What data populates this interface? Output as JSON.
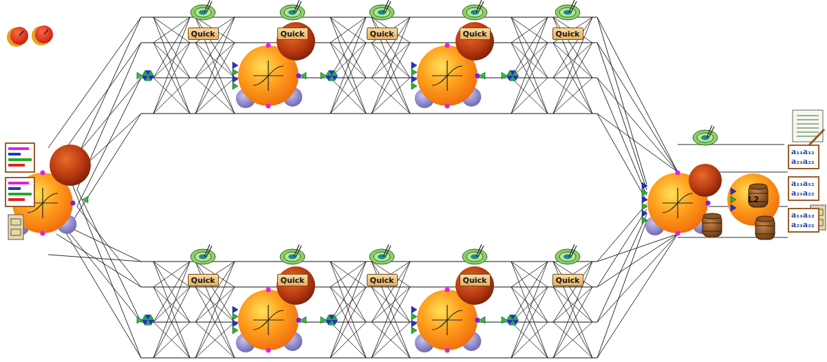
{
  "diagram": {
    "nodes": [
      {
        "text": [
          "Quick"
        ]
      },
      {
        "text": [
          "Quick"
        ]
      },
      {
        "text": [
          "Quick"
        ]
      },
      {
        "text": [
          "Quick"
        ]
      },
      {
        "text": [
          "Quick"
        ]
      },
      {
        "text": [
          "L2"
        ]
      },
      {
        "text": [
          "Quick"
        ]
      },
      {
        "text": [
          "Quick"
        ]
      },
      {
        "text": [
          "Quick"
        ]
      },
      {
        "text": [
          "Quick"
        ]
      },
      {
        "text": [
          "Quick"
        ]
      }
    ],
    "labels": [
      "a₁₁a₁₂ a₂₁a₂₂",
      "a₁₁a₁₂ a₂₁a₂₂",
      "a₁₁a₁₂ a₂₁a₂₂"
    ]
  }
}
